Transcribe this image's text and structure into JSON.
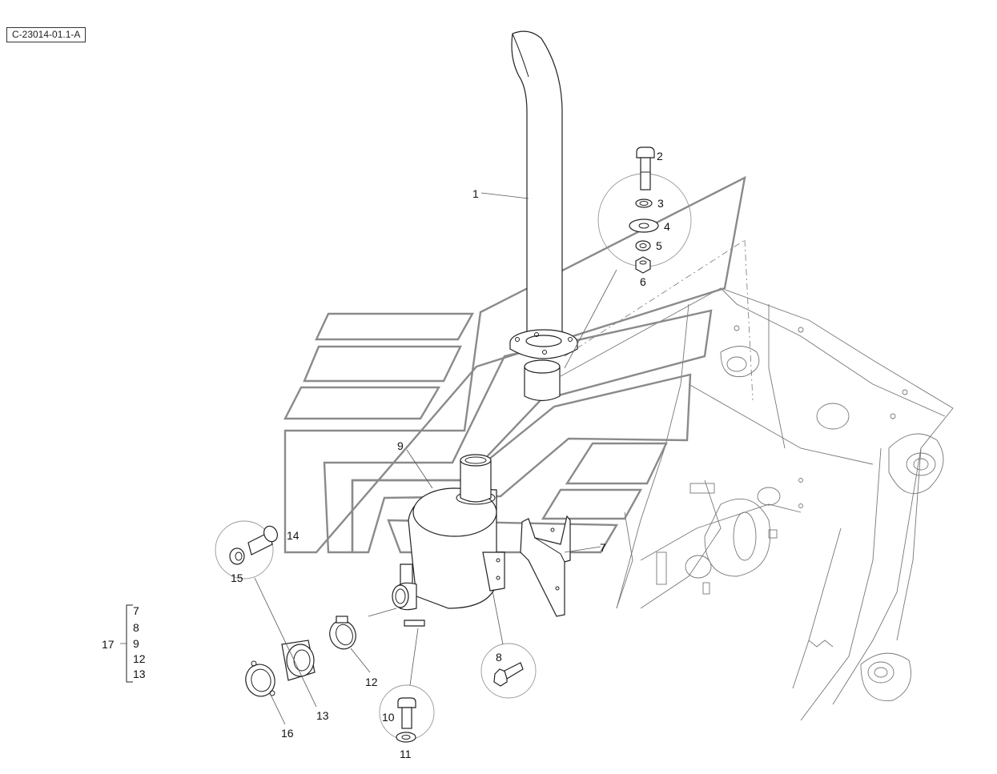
{
  "drawing_ref": "C-23014-01.1-A",
  "callouts": {
    "c1": "1",
    "c2": "2",
    "c3": "3",
    "c4": "4",
    "c5": "5",
    "c6": "6",
    "c7": "7",
    "c8": "8",
    "c9": "9",
    "c10": "10",
    "c11": "11",
    "c12": "12",
    "c13": "13",
    "c14": "14",
    "c15": "15",
    "c16": "16"
  },
  "kit": {
    "label": "17",
    "members": [
      "7",
      "8",
      "9",
      "12",
      "13"
    ]
  }
}
